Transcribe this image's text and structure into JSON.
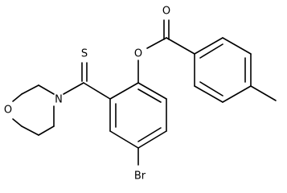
{
  "molecule": {
    "atoms": {
      "sulfur": "S",
      "carbonyl_oxygen": "O",
      "ester_oxygen": "O",
      "morpholine_nitrogen": "N",
      "morpholine_oxygen": "O",
      "bromine": "Br"
    },
    "colors": {
      "bond": "#000000",
      "label": "#000000",
      "background": "#ffffff"
    }
  }
}
